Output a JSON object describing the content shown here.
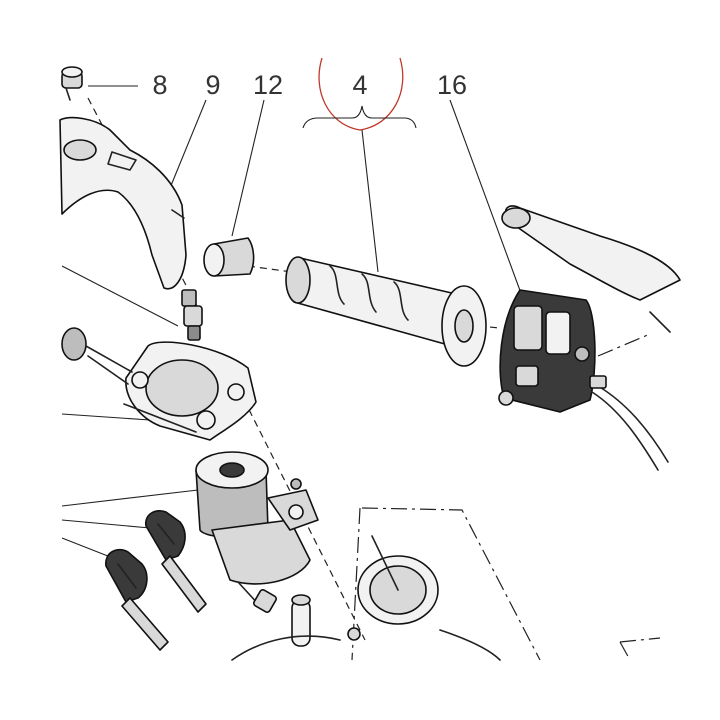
{
  "callouts": [
    {
      "id": "8",
      "label": "8"
    },
    {
      "id": "9",
      "label": "9"
    },
    {
      "id": "12",
      "label": "12"
    },
    {
      "id": "4",
      "label": "4"
    },
    {
      "id": "16",
      "label": "16"
    }
  ],
  "colors": {
    "ink": "#222222",
    "highlight_circle": "#c0392b",
    "background": "#ffffff"
  }
}
